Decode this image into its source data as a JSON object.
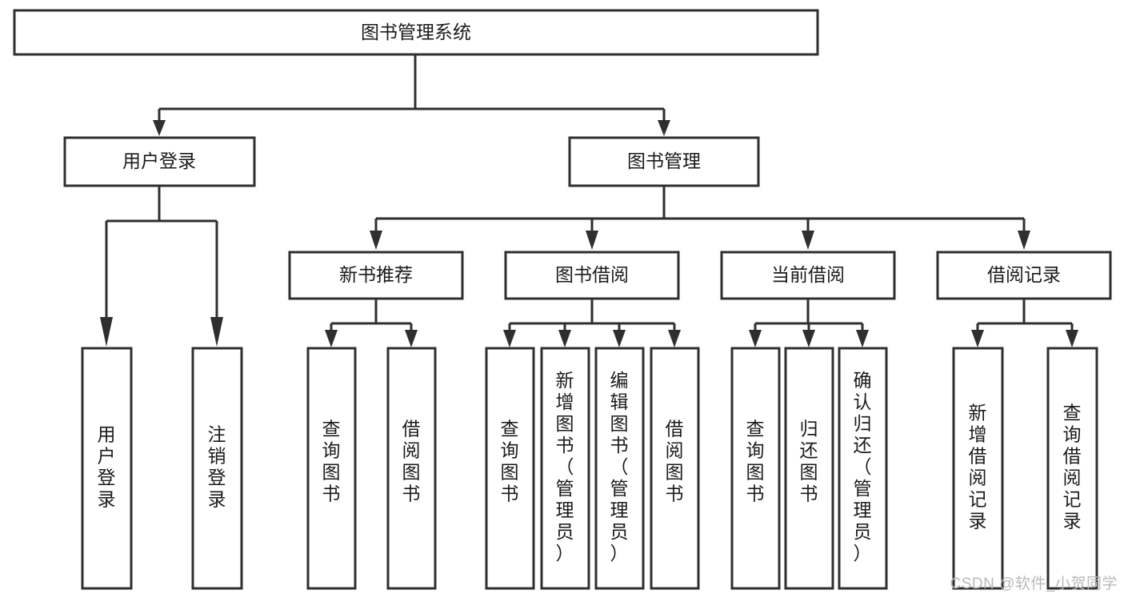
{
  "diagram": {
    "type": "tree-hierarchy",
    "title": "图书管理系统",
    "orientation": "top-down",
    "colors": {
      "stroke": "#2f2f2f",
      "fill": "#ffffff",
      "text": "#1a1a1a",
      "background": "#ffffff",
      "watermark": "#b9b9b9"
    },
    "nodes": {
      "root": {
        "label": "图书管理系统",
        "level": 0
      },
      "l1": [
        {
          "id": "user-login",
          "label": "用户登录",
          "level": 1
        },
        {
          "id": "book-manage",
          "label": "图书管理",
          "level": 1
        }
      ],
      "l2": [
        {
          "id": "new-book-rec",
          "label": "新书推荐",
          "level": 2,
          "parent": "book-manage"
        },
        {
          "id": "book-borrow",
          "label": "图书借阅",
          "level": 2,
          "parent": "book-manage"
        },
        {
          "id": "current-borrow",
          "label": "当前借阅",
          "level": 2,
          "parent": "book-manage"
        },
        {
          "id": "borrow-record",
          "label": "借阅记录",
          "level": 2,
          "parent": "book-manage"
        }
      ],
      "leaves": [
        {
          "id": "leaf-user-login",
          "label": "用户登录",
          "parent": "user-login"
        },
        {
          "id": "leaf-logout",
          "label": "注销登录",
          "parent": "user-login"
        },
        {
          "id": "leaf-query-book-1",
          "label": "查询图书",
          "parent": "new-book-rec"
        },
        {
          "id": "leaf-borrow-book-1",
          "label": "借阅图书",
          "parent": "new-book-rec"
        },
        {
          "id": "leaf-query-book-2",
          "label": "查询图书",
          "parent": "book-borrow"
        },
        {
          "id": "leaf-add-book",
          "label": "新增图书（管理员）",
          "parent": "book-borrow"
        },
        {
          "id": "leaf-edit-book",
          "label": "编辑图书（管理员）",
          "parent": "book-borrow"
        },
        {
          "id": "leaf-borrow-book-2",
          "label": "借阅图书",
          "parent": "book-borrow"
        },
        {
          "id": "leaf-query-book-3",
          "label": "查询图书",
          "parent": "current-borrow"
        },
        {
          "id": "leaf-return-book",
          "label": "归还图书",
          "parent": "current-borrow"
        },
        {
          "id": "leaf-confirm-return",
          "label": "确认归还（管理员）",
          "parent": "current-borrow"
        },
        {
          "id": "leaf-add-record",
          "label": "新增借阅记录",
          "parent": "borrow-record"
        },
        {
          "id": "leaf-query-record",
          "label": "查询借阅记录",
          "parent": "borrow-record"
        }
      ]
    }
  },
  "watermark": {
    "text": "CSDN @软件_小贺同学"
  }
}
